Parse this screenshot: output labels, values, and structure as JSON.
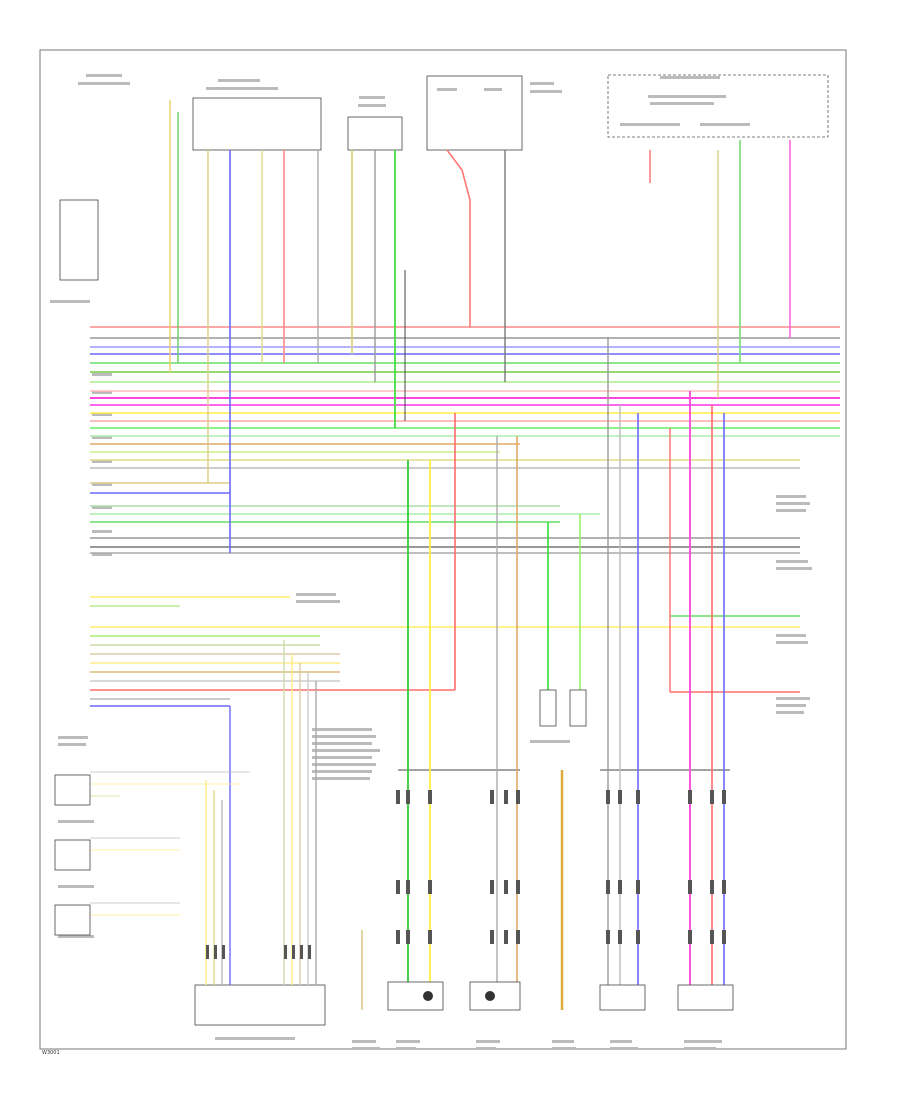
{
  "page_code": "W3001",
  "colors": {
    "red": "#ff6b6b",
    "pink": "#ff55dd",
    "magenta": "#ff2ad4",
    "blue": "#6a6aff",
    "green": "#33dd33",
    "lightgreen": "#99ee66",
    "yellow": "#ffee44",
    "orange": "#ddaa33",
    "tan": "#ccbb88",
    "gray": "#999999",
    "dark": "#444444"
  },
  "icons": [
    "ground-symbol",
    "connector-pin",
    "sensor-element"
  ]
}
